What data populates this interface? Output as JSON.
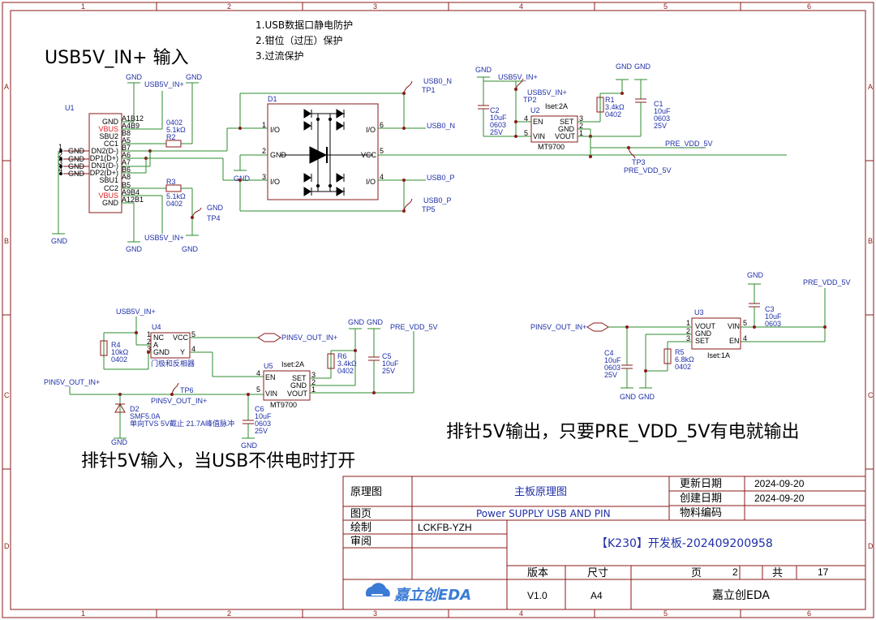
{
  "frame": {
    "cols": [
      "1",
      "2",
      "3",
      "4",
      "5",
      "6"
    ],
    "rows": [
      "A",
      "B",
      "C",
      "D"
    ]
  },
  "notes": {
    "usb_title": "USB5V_IN+ 输入",
    "list": [
      "1.USB数据口静电防护",
      "2.钳位（过压）保护",
      "3.过流保护"
    ],
    "pin_in": "排针5V输入，当USB不供电时打开",
    "pin_out": "排针5V输出，只要PRE_VDD_5V有电就输出"
  },
  "u1": {
    "ref": "U1",
    "left_pins": [
      {
        "n": "1",
        "l": "GND"
      },
      {
        "n": "2",
        "l": "GND"
      },
      {
        "n": "3",
        "l": "GND"
      },
      {
        "n": "4",
        "l": "GND"
      }
    ],
    "right_pins": [
      {
        "n": "A1B12",
        "l": "GND",
        "red": false
      },
      {
        "n": "A4B9",
        "l": "VBUS",
        "red": true
      },
      {
        "n": "B8",
        "l": "SBU2",
        "red": false
      },
      {
        "n": "A5",
        "l": "CC1",
        "red": false
      },
      {
        "n": "B7",
        "l": "DN2(D-)",
        "red": false
      },
      {
        "n": "A6",
        "l": "DP1(D+)",
        "red": false
      },
      {
        "n": "A7",
        "l": "DN1(D-)",
        "red": false
      },
      {
        "n": "B6",
        "l": "DP2(D+)",
        "red": false
      },
      {
        "n": "A8",
        "l": "SBU1",
        "red": false
      },
      {
        "n": "B5",
        "l": "CC2",
        "red": false
      },
      {
        "n": "A9B4",
        "l": "VBUS",
        "red": true
      },
      {
        "n": "A12B1",
        "l": "GND",
        "red": false
      }
    ]
  },
  "labels": {
    "gnd": "GND",
    "usb5v": "USB5V_IN+",
    "usb0n": "USB0_N",
    "usb0p": "USB0_P",
    "pre_vdd": "PRE_VDD_5V",
    "pin5v_out_in": "PIN5V_OUT_IN+",
    "tp1": "TP1",
    "tp2": "TP2",
    "tp3": "TP3",
    "tp4": "TP4",
    "tp5": "TP5",
    "tp6": "TP6"
  },
  "r2": {
    "ref": "R2",
    "pkg": "0402",
    "val": "5.1kΩ"
  },
  "r3": {
    "ref": "R3",
    "pkg": "0402",
    "val": "5.1kΩ"
  },
  "d1": {
    "ref": "D1",
    "io": "I/O",
    "gnd": "GND",
    "vcc": "VCC",
    "pins": [
      "1",
      "2",
      "3",
      "6",
      "5",
      "4"
    ]
  },
  "u2": {
    "ref": "U2",
    "pins": {
      "en": "EN",
      "vin": "VIN",
      "set": "SET",
      "gnd": "GND",
      "vout": "VOUT"
    },
    "iset": "Iset:2A",
    "part": "MT9700",
    "nums": [
      "4",
      "5",
      "3",
      "2",
      "1"
    ]
  },
  "c2": {
    "ref": "C2",
    "val": "10uF",
    "pkg": "0603",
    "v": "25V"
  },
  "r1": {
    "ref": "R1",
    "val": "3.4kΩ",
    "pkg": "0402"
  },
  "c1": {
    "ref": "C1",
    "val": "10uF",
    "pkg": "0603",
    "v": "25V"
  },
  "u4": {
    "ref": "U4",
    "pins": {
      "nc": "NC",
      "a": "A",
      "gnd": "GND",
      "vcc": "VCC",
      "y": "Y"
    },
    "part": "门极和反相器",
    "nums": [
      "1",
      "2",
      "3",
      "5",
      "4"
    ]
  },
  "r4": {
    "ref": "R4",
    "val": "10kΩ",
    "pkg": "0402"
  },
  "u5": {
    "ref": "U5",
    "iset": "Iset:2A",
    "part": "MT9700",
    "pins": {
      "en": "EN",
      "vin": "VIN",
      "set": "SET",
      "gnd": "GND",
      "vout": "VOUT"
    },
    "nums": [
      "4",
      "5",
      "3",
      "2",
      "1"
    ]
  },
  "r6": {
    "ref": "R6",
    "val": "3.4kΩ",
    "pkg": "0402"
  },
  "c5": {
    "ref": "C5",
    "val": "10uF",
    "v": "25V"
  },
  "c6": {
    "ref": "C6",
    "val": "10uF",
    "pkg": "0603",
    "v": "25V"
  },
  "d2": {
    "ref": "D2",
    "part": "SMF5.0A",
    "desc": "单向TVS 5V截止 21.7A峰值脉冲"
  },
  "u3": {
    "ref": "U3",
    "iset": "Iset:1A",
    "pins": {
      "vout": "VOUT",
      "gnd": "GND",
      "set": "SET",
      "vin": "VIN",
      "en": "EN"
    },
    "nums": [
      "1",
      "2",
      "3",
      "5",
      "4"
    ]
  },
  "c3": {
    "ref": "C3",
    "val": "10uF",
    "pkg": "0603"
  },
  "c4": {
    "ref": "C4",
    "val": "10uF",
    "pkg": "0603",
    "v": "25V"
  },
  "r5": {
    "ref": "R5",
    "val": "6.8kΩ",
    "pkg": "0402"
  },
  "title_block": {
    "sch_label": "原理图",
    "sch_value": "主板原理图",
    "page_label": "图页",
    "page_value": "Power SUPPLY USB AND PIN",
    "drawn_label": "绘制",
    "drawn_value": "LCKFB-YZH",
    "review_label": "审阅",
    "update_label": "更新日期",
    "update_value": "2024-09-20",
    "create_label": "创建日期",
    "create_value": "2024-09-20",
    "material_label": "物料编码",
    "board": "【K230】开发板-202409200958",
    "version_label": "版本",
    "size_label": "尺寸",
    "page_num_label": "页",
    "page_num": "2",
    "total_label": "共",
    "total": "17",
    "version": "V1.0",
    "size": "A4",
    "company": "嘉立创EDA",
    "logo_text": "嘉立创EDA"
  }
}
